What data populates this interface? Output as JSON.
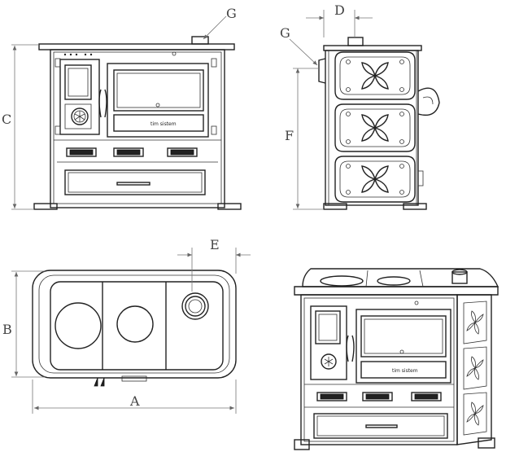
{
  "labels": {
    "front_g": "G",
    "front_c": "C",
    "side_d": "D",
    "side_g": "G",
    "side_f": "F",
    "top_e": "E",
    "top_b": "B",
    "top_a": "A"
  },
  "brand": {
    "front": "tim sistem",
    "iso": "tim sistem"
  }
}
